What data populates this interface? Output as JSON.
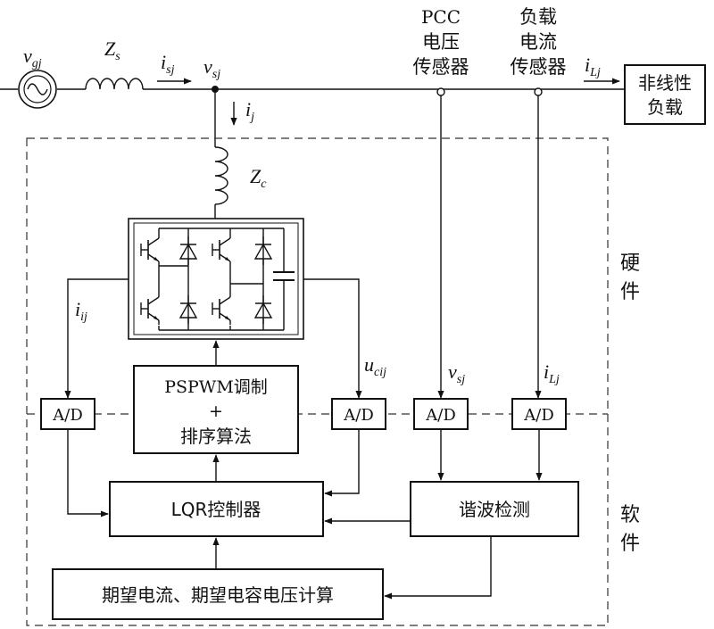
{
  "sources": {
    "vg": {
      "base": "v",
      "sub": "gj"
    },
    "Zs": {
      "base": "Z",
      "sub": "s"
    },
    "isj": {
      "base": "i",
      "sub": "sj"
    },
    "vsj_top": {
      "base": "v",
      "sub": "sj"
    },
    "ij": {
      "base": "i",
      "sub": "j"
    },
    "Zc": {
      "base": "Z",
      "sub": "c"
    },
    "iLj_top": {
      "base": "i",
      "sub": "Lj"
    }
  },
  "sensors": {
    "pcc": {
      "line1": "PCC",
      "line2": "电压",
      "line3": "传感器"
    },
    "load": {
      "line1": "负载",
      "line2": "电流",
      "line3": "传感器"
    }
  },
  "load_box": {
    "line1": "非线性",
    "line2": "负载"
  },
  "signals": {
    "iij": {
      "base": "i",
      "sub": "ij"
    },
    "ucij": {
      "base": "u",
      "sub": "cij"
    },
    "vsj": {
      "base": "v",
      "sub": "sj"
    },
    "iLj": {
      "base": "i",
      "sub": "Lj"
    }
  },
  "blocks": {
    "ad": "A/D",
    "pspwm": {
      "line1": "PSPWM调制",
      "line2": "+",
      "line3": "排序算法"
    },
    "lqr": "LQR控制器",
    "harmonic": "谐波检测",
    "expect": "期望电流、期望电容电压计算"
  },
  "zones": {
    "hardware": [
      "硬",
      "件"
    ],
    "software": [
      "软",
      "件"
    ]
  }
}
